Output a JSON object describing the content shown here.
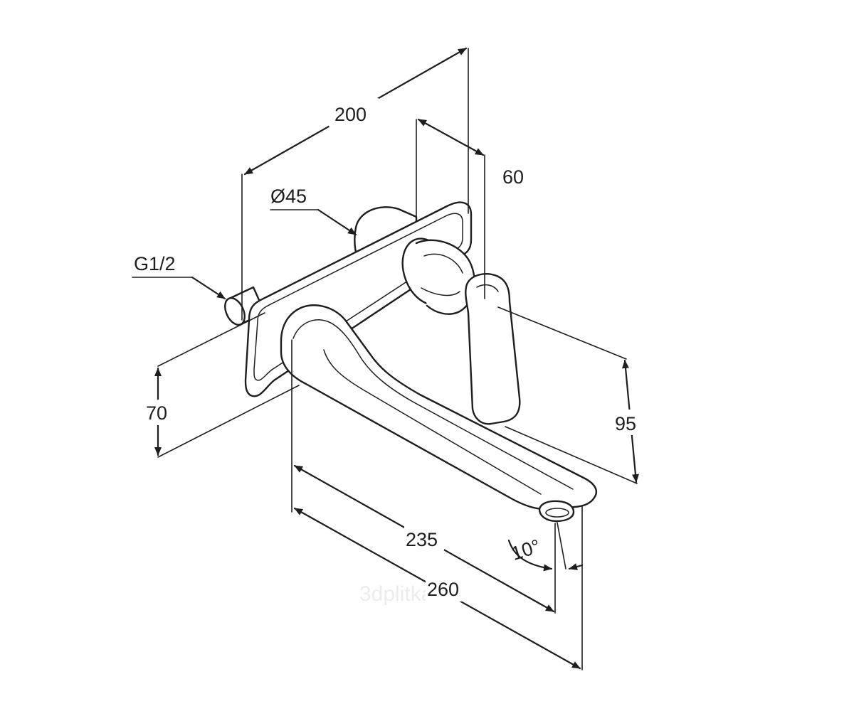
{
  "dimensions": {
    "d200": "200",
    "d60": "60",
    "d45": "Ø45",
    "g12": "G1/2",
    "d70": "70",
    "d95": "95",
    "d235": "235",
    "d260": "260",
    "angle": "10°"
  },
  "watermark": "3dplitka.ru",
  "colors": {
    "line": "#1e1e1e",
    "background": "#ffffff",
    "watermark": "#ececec"
  }
}
